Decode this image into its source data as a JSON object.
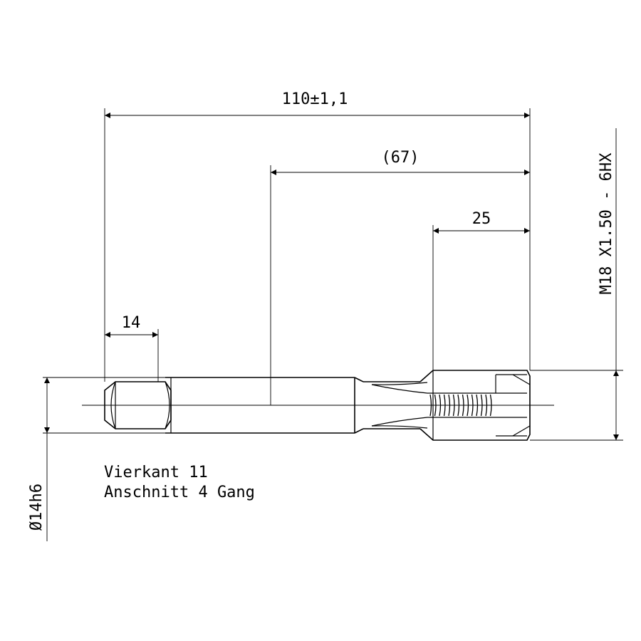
{
  "dimensions": {
    "overall_length": "110±1,1",
    "shank_to_end": "(67)",
    "thread_length": "25",
    "square_length": "14",
    "shank_diameter": "Ø14h6",
    "thread_spec": "M18  X1.50 - 6HX"
  },
  "notes": {
    "line1": "Vierkant 11",
    "line2": "Anschnitt 4 Gang"
  }
}
